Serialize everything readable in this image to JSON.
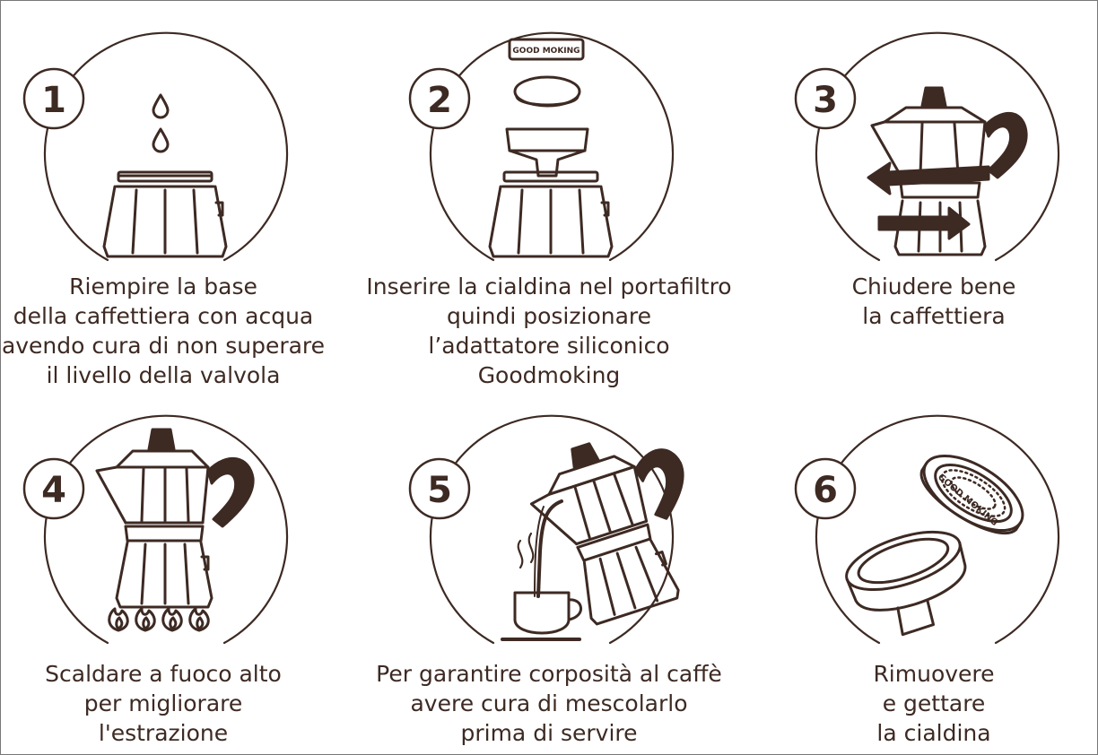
{
  "colors": {
    "ink": "#3d2a23",
    "background": "#ffffff"
  },
  "brand": {
    "logo_text": "GOOD MOKING"
  },
  "steps": [
    {
      "number": "1",
      "lines": [
        "Riempire la base",
        "della caffettiera con acqua",
        "avendo cura di non superare",
        "il livello della valvola"
      ]
    },
    {
      "number": "2",
      "lines": [
        "Inserire la cialdina nel portafiltro",
        "quindi posizionare",
        "l’adattatore siliconico",
        "Goodmoking"
      ]
    },
    {
      "number": "3",
      "lines": [
        "Chiudere bene",
        "la caffettiera"
      ]
    },
    {
      "number": "4",
      "lines": [
        "Scaldare a fuoco alto",
        "per migliorare",
        "l'estrazione"
      ]
    },
    {
      "number": "5",
      "lines": [
        "Per garantire corposità al caffè",
        "avere cura di mescolarlo",
        "prima di servire"
      ]
    },
    {
      "number": "6",
      "lines": [
        "Rimuovere",
        "e gettare",
        "la cialdina"
      ]
    }
  ]
}
